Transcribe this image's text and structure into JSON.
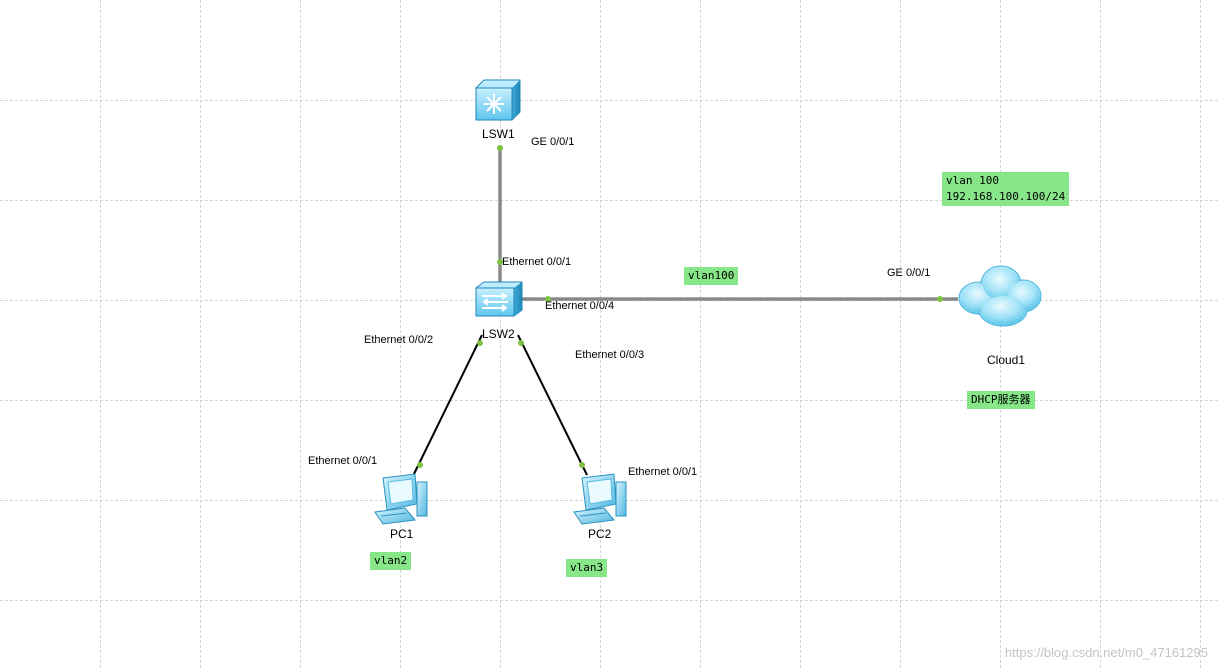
{
  "devices": {
    "lsw1": {
      "name": "LSW1",
      "icon": "l3-switch-icon"
    },
    "lsw2": {
      "name": "LSW2",
      "icon": "l2-switch-icon"
    },
    "pc1": {
      "name": "PC1",
      "icon": "pc-icon"
    },
    "pc2": {
      "name": "PC2",
      "icon": "pc-icon"
    },
    "cloud1": {
      "name": "Cloud1",
      "icon": "cloud-icon"
    }
  },
  "ports": {
    "lsw1_ge": "GE 0/0/1",
    "lsw2_e1": "Ethernet 0/0/1",
    "lsw2_e4": "Ethernet 0/0/4",
    "lsw2_e2": "Ethernet 0/0/2",
    "lsw2_e3": "Ethernet 0/0/3",
    "cloud_ge": "GE 0/0/1",
    "pc1_e1": "Ethernet 0/0/1",
    "pc2_e1": "Ethernet 0/0/1"
  },
  "notes": {
    "cloud_vlan_line1": "vlan 100",
    "cloud_vlan_line2": "192.168.100.100/24",
    "link_vlan": "vlan100",
    "dhcp": "DHCP服务器",
    "pc1_vlan": "vlan2",
    "pc2_vlan": "vlan3"
  },
  "colors": {
    "port_dot": "#7dc242",
    "note_bg": "#86e688",
    "grid": "#d4d4d4",
    "link": "#000000"
  },
  "watermark": "https://blog.csdn.net/m0_47161295"
}
